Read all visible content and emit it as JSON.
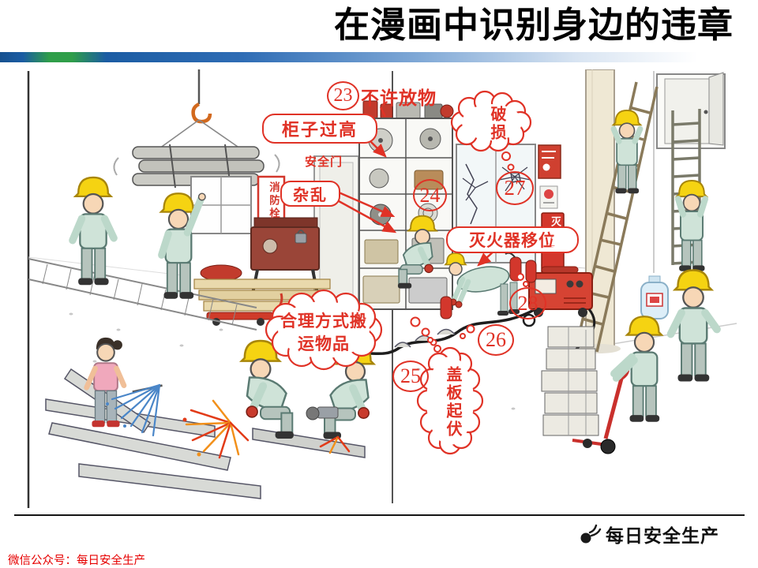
{
  "slide": {
    "title": "在漫画中识别身边的违章",
    "footer": {
      "wechat_account": "微信公众号：每日安全生产",
      "brand": "每日安全生产"
    }
  },
  "scene_labels": {
    "safety_door": "安全门",
    "fire_hydrant": "消防栓",
    "extinguisher_sign": "灭火器"
  },
  "violations": [
    {
      "id": "23",
      "note": "不许放物"
    },
    {
      "id": "24",
      "note": ""
    },
    {
      "id": "25",
      "note": ""
    },
    {
      "id": "26",
      "note": ""
    },
    {
      "id": "27",
      "note": ""
    },
    {
      "id": "28",
      "note": ""
    }
  ],
  "callouts": {
    "cabinet_too_high": "柜子过高",
    "clutter": "杂乱",
    "damaged": "破损",
    "extinguisher_moved": "灭火器移位",
    "carry_properly": "合理方式搬运物品",
    "cover_plates_uneven": "盖板起伏"
  },
  "colors": {
    "annotation_red": "#e03226",
    "bar_blue": "#1b5ca3",
    "bar_green": "#2f9e49",
    "helmet_yellow": "#f5d312",
    "footer_red": "#e60000"
  }
}
